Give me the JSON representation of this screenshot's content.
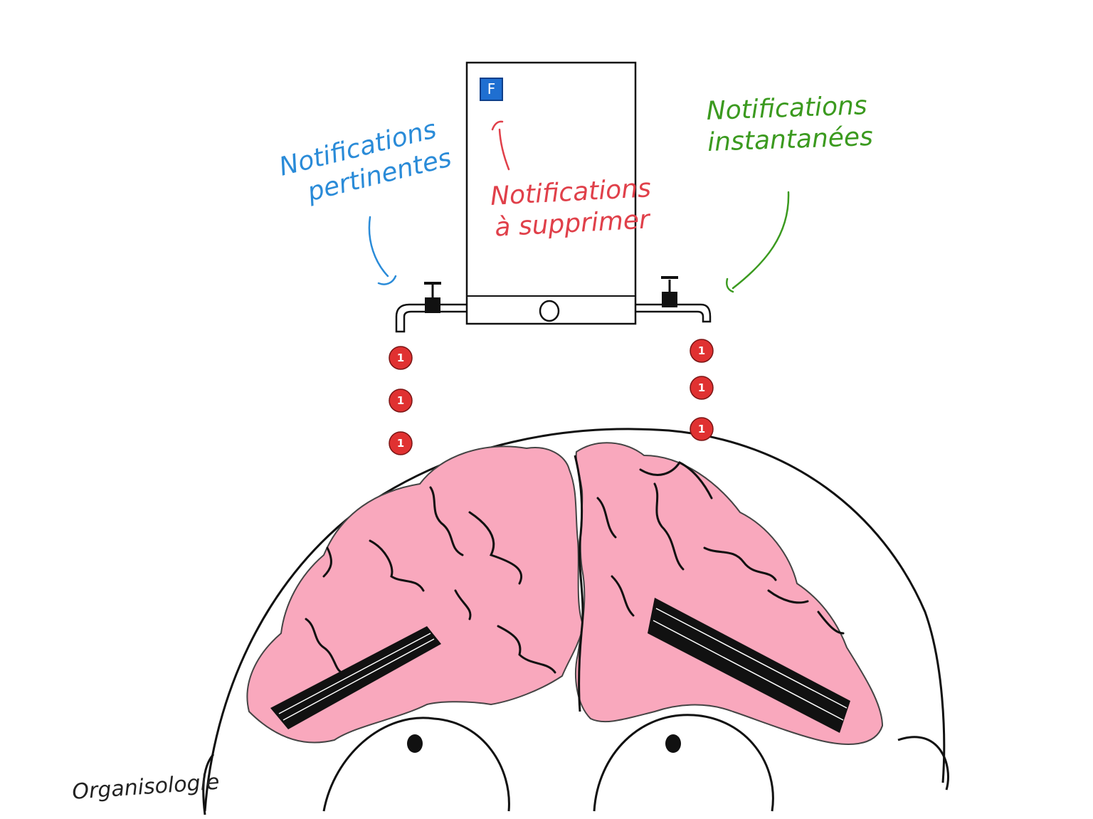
{
  "labels": {
    "blue": {
      "line1": "Notifications",
      "line2": "pertinentes",
      "color": "#2a8bd8"
    },
    "green": {
      "line1": "Notifications",
      "line2": "instantanées",
      "color": "#3b9a1f"
    },
    "red": {
      "line1": "Notifications",
      "line2": "à supprimer",
      "color": "#e0404a"
    }
  },
  "app_icon": {
    "letter": "F",
    "color": "#1f6fd1"
  },
  "badges": {
    "count_label": "1",
    "color": "#e03131",
    "left_count": 3,
    "right_count": 3
  },
  "brain": {
    "color": "#f9a8bd"
  },
  "signature": "Organisologie"
}
